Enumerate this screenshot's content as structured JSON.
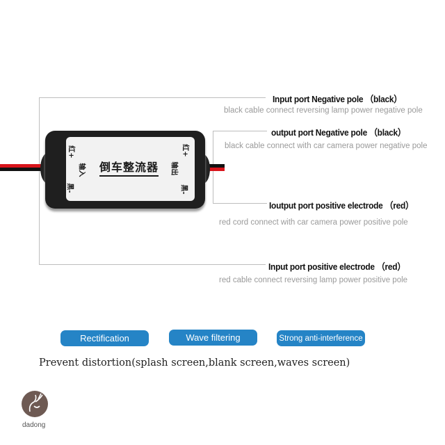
{
  "annotations": [
    {
      "title": "Input port Negative pole （black）",
      "description": "black cable connect reversing lamp power negative pole"
    },
    {
      "title": "output port Negative pole （black）",
      "description": "black cable connect with car camera power negative pole"
    },
    {
      "title": "Ioutput port positive electrode （red）",
      "description": "red cord connect with car camera power positive  pole"
    },
    {
      "title": "Input port positive electrode （red）",
      "description": "red cable connect reversing lamp power positive pole"
    }
  ],
  "device": {
    "main_label": "倒车整流器",
    "left_top": "红+",
    "left_mid": "输入",
    "left_bottom": "黑-",
    "right_top": "红+",
    "right_mid": "输出",
    "right_bottom": "黑-"
  },
  "features": [
    "Rectification",
    "Wave filtering",
    "Strong anti-interference"
  ],
  "tagline": "Prevent distortion(splash screen,blank screen,waves screen)",
  "brand": {
    "name": "dadong"
  },
  "colors": {
    "pill": "#2584c6",
    "red_wire": "#d8141b",
    "black_wire": "#111111",
    "line": "#bdbdbd"
  }
}
